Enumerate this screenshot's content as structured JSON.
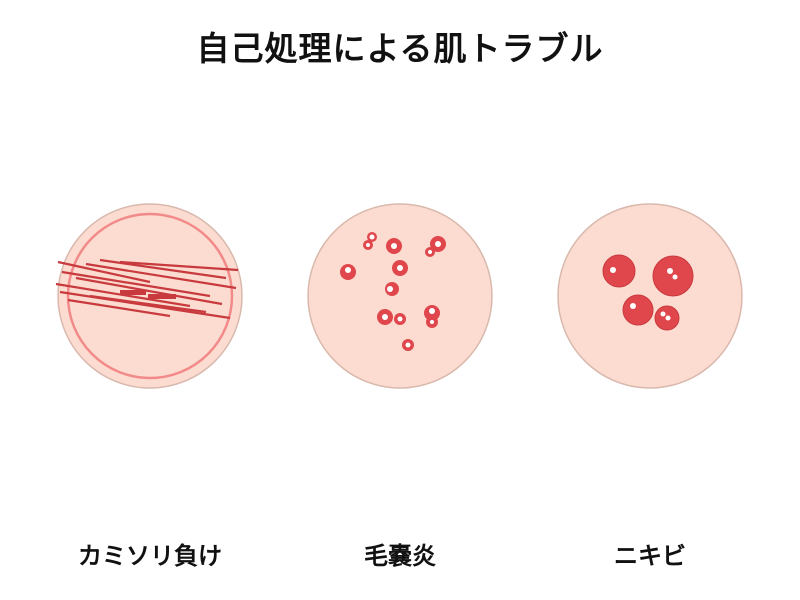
{
  "title": "自己処理による肌トラブル",
  "colors": {
    "skin": "#fcdcd0",
    "skin_border": "#d9b8ad",
    "accent_red": "#e0474c",
    "cut_red": "#c83a3e",
    "ring_pink": "#f28a8a",
    "highlight": "#ffffff"
  },
  "panels": [
    {
      "label": "カミソリ負け",
      "icon": "razor-burn-icon"
    },
    {
      "label": "毛嚢炎",
      "icon": "folliculitis-icon"
    },
    {
      "label": "ニキビ",
      "icon": "acne-icon"
    }
  ]
}
